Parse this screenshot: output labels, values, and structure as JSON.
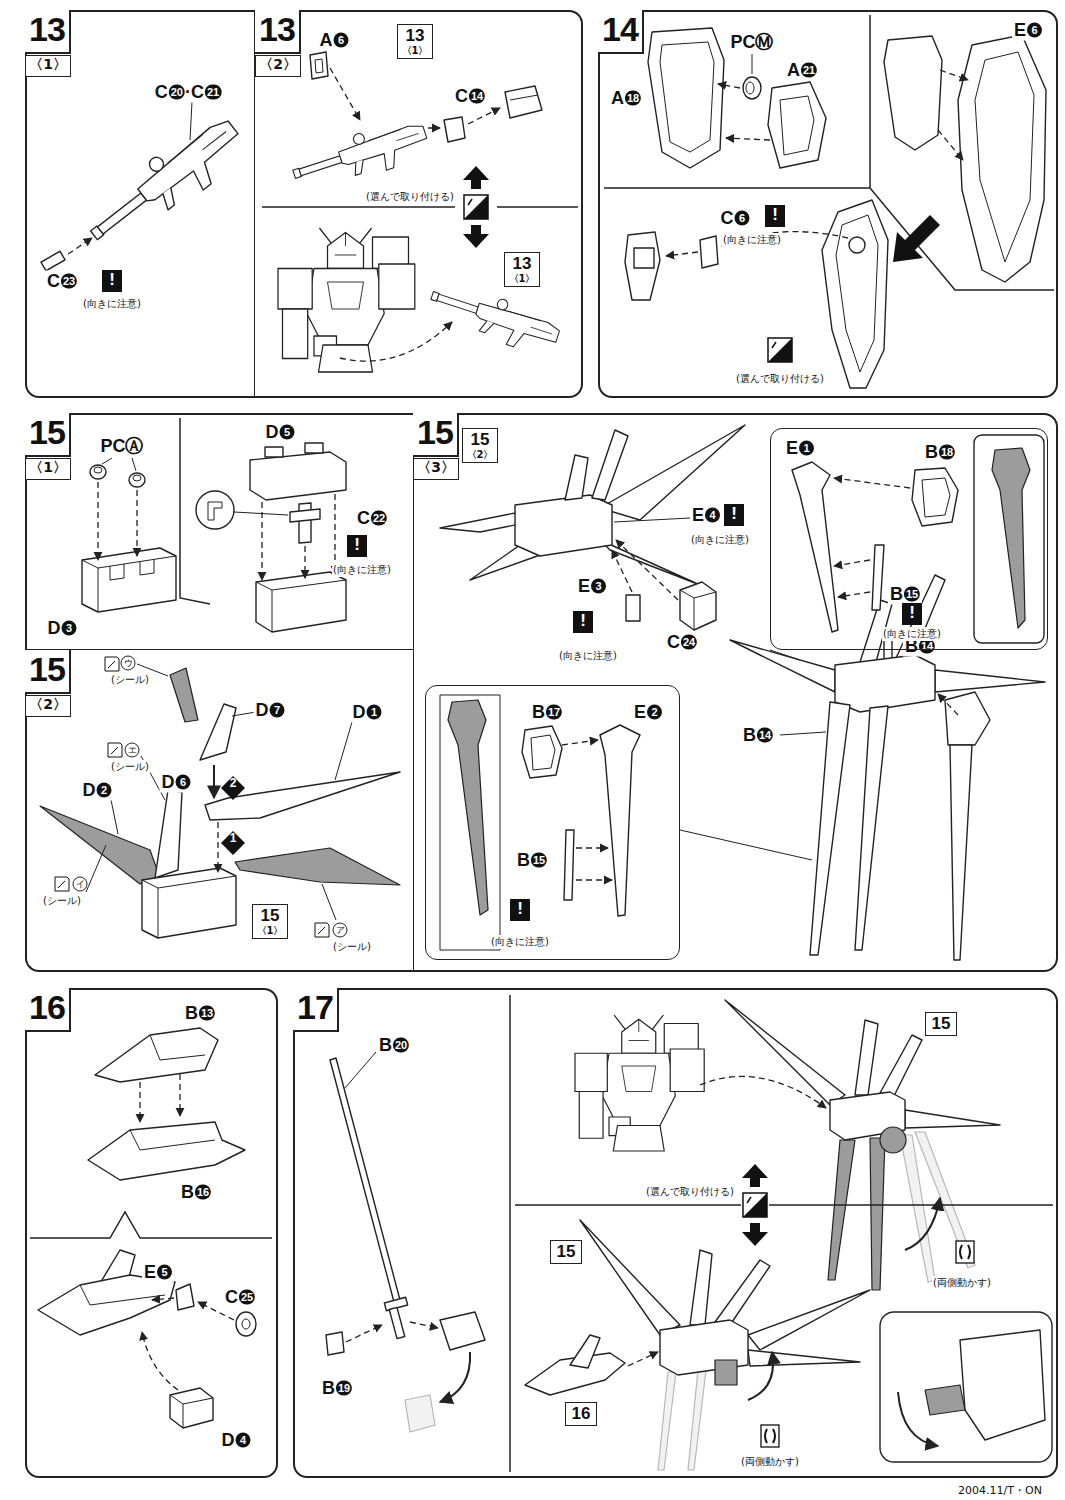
{
  "diagram": {
    "nodes": [
      {
        "text": [
          "13",
          "〈1〉",
          "C20·C21",
          "C23",
          "!",
          "(向きに注意)"
        ]
      },
      {
        "text": [
          "13",
          "〈2〉",
          "A6",
          "C14",
          "(選んで取り付ける)"
        ]
      },
      {
        "text": [
          "13",
          "〈1〉"
        ],
        "in": 1
      },
      {
        "text": [
          "13",
          "〈1〉"
        ],
        "in": 1
      },
      {
        "text": [
          "14",
          "A18",
          "PCⓂ",
          "A21",
          "E6",
          "C6",
          "!",
          "(向きに注意)",
          "(選んで取り付ける)"
        ]
      },
      {
        "text": [
          "15",
          "〈1〉",
          "PCⒶ",
          "D3",
          "D5",
          "C22",
          "!",
          "(向きに注意)"
        ]
      },
      {
        "text": [
          "15",
          "〈2〉",
          "ウ",
          "(シール)",
          "D7",
          "エ",
          "(シール)",
          "D6",
          "2",
          "D1",
          "D2",
          "1",
          "イ",
          "(シール)",
          "ア",
          "(シール)"
        ]
      },
      {
        "text": [
          "15",
          "〈1〉"
        ],
        "in": 6
      },
      {
        "text": [
          "15",
          "〈3〉",
          "E4",
          "!",
          "(向きに注意)",
          "E3",
          "!",
          "(向きに注意)",
          "C24",
          "B14",
          "B14"
        ]
      },
      {
        "text": [
          "15",
          "〈2〉"
        ],
        "in": 8
      },
      {
        "text": [
          "E1",
          "B18",
          "B15",
          "!",
          "(向きに注意)"
        ],
        "in": 8
      },
      {
        "text": [
          "B17",
          "E2",
          "B15",
          "!",
          "(向きに注意)"
        ],
        "in": 8
      },
      {
        "text": [
          "16",
          "B13",
          "B16",
          "E5",
          "C25",
          "D4"
        ]
      },
      {
        "text": [
          "17",
          "B20",
          "B19",
          "(選んで取り付ける)",
          "(両側動かす)",
          "(両側動かす)"
        ]
      },
      {
        "text": [
          "15"
        ],
        "in": 13
      },
      {
        "text": [
          "15"
        ],
        "in": 13
      },
      {
        "text": [
          "16"
        ],
        "in": 13
      }
    ],
    "labels": [
      "2004.11/T・ON"
    ]
  }
}
